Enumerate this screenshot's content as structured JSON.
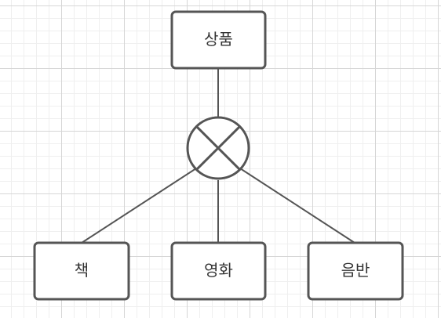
{
  "diagram": {
    "parent": {
      "label": "상품"
    },
    "junction": {
      "kind": "exclusive-or"
    },
    "children": [
      {
        "label": "책"
      },
      {
        "label": "영화"
      },
      {
        "label": "음반"
      }
    ]
  },
  "colors": {
    "stroke": "#555555",
    "text": "#333333",
    "fill": "#ffffff"
  }
}
